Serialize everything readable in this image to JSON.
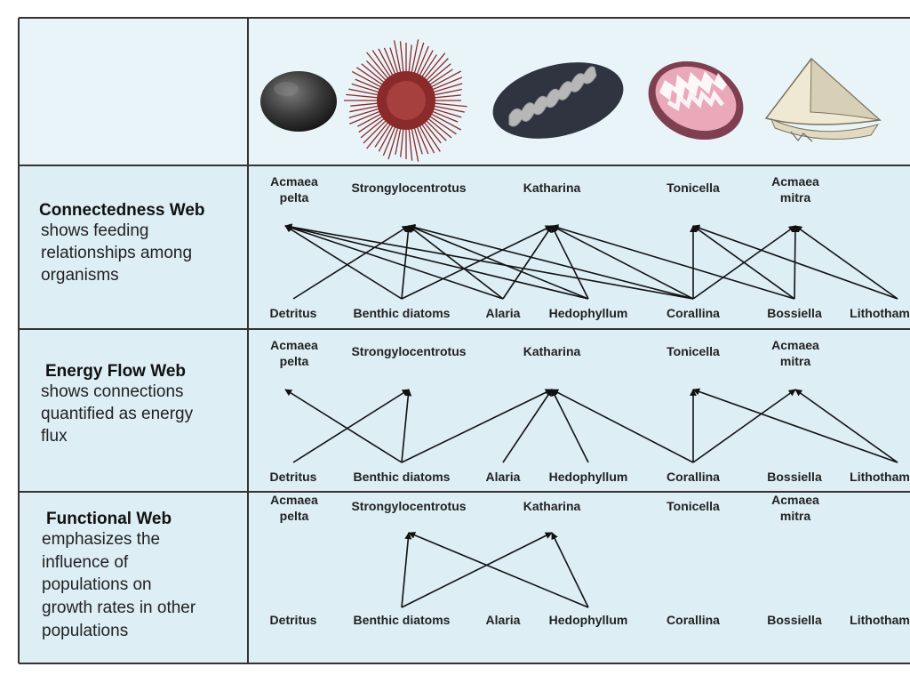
{
  "webs": [
    {
      "title": "Connectedness Web",
      "description": [
        "shows feeding",
        "relationships among",
        "organisms"
      ]
    },
    {
      "title": "Energy Flow Web",
      "description": [
        "shows connections",
        "quantified as energy",
        "flux"
      ]
    },
    {
      "title": "Functional Web",
      "description": [
        "emphasizes the",
        "influence of",
        "populations on",
        "growth rates in other",
        "populations"
      ]
    }
  ],
  "consumers": [
    {
      "name": [
        "Acmaea",
        "pelta"
      ]
    },
    {
      "name": [
        "Strongylocentrotus"
      ]
    },
    {
      "name": [
        "Katharina"
      ]
    },
    {
      "name": [
        "Tonicella"
      ]
    },
    {
      "name": [
        "Acmaea",
        "mitra"
      ]
    }
  ],
  "resources": [
    "Detritus",
    "Benthic diatoms",
    "Alaria",
    "Hedophyllum",
    "Corallina",
    "Bossiella",
    "Lithotham"
  ],
  "links": [
    [
      [
        "Detritus",
        "Strongylocentrotus"
      ],
      [
        "Benthic diatoms",
        "Acmaea pelta"
      ],
      [
        "Benthic diatoms",
        "Strongylocentrotus"
      ],
      [
        "Benthic diatoms",
        "Katharina"
      ],
      [
        "Alaria",
        "Acmaea pelta"
      ],
      [
        "Alaria",
        "Strongylocentrotus"
      ],
      [
        "Alaria",
        "Katharina"
      ],
      [
        "Hedophyllum",
        "Acmaea pelta"
      ],
      [
        "Hedophyllum",
        "Strongylocentrotus"
      ],
      [
        "Hedophyllum",
        "Katharina"
      ],
      [
        "Corallina",
        "Acmaea pelta"
      ],
      [
        "Corallina",
        "Strongylocentrotus"
      ],
      [
        "Corallina",
        "Katharina"
      ],
      [
        "Corallina",
        "Tonicella"
      ],
      [
        "Corallina",
        "Acmaea mitra"
      ],
      [
        "Bossiella",
        "Katharina"
      ],
      [
        "Bossiella",
        "Tonicella"
      ],
      [
        "Bossiella",
        "Acmaea mitra"
      ],
      [
        "Lithotham",
        "Tonicella"
      ],
      [
        "Lithotham",
        "Acmaea mitra"
      ]
    ],
    [
      [
        "Detritus",
        "Strongylocentrotus"
      ],
      [
        "Benthic diatoms",
        "Acmaea pelta"
      ],
      [
        "Benthic diatoms",
        "Strongylocentrotus"
      ],
      [
        "Benthic diatoms",
        "Katharina"
      ],
      [
        "Alaria",
        "Katharina"
      ],
      [
        "Hedophyllum",
        "Katharina"
      ],
      [
        "Corallina",
        "Katharina"
      ],
      [
        "Corallina",
        "Tonicella"
      ],
      [
        "Corallina",
        "Acmaea mitra"
      ],
      [
        "Lithotham",
        "Tonicella"
      ],
      [
        "Lithotham",
        "Acmaea mitra"
      ]
    ],
    [
      [
        "Benthic diatoms",
        "Strongylocentrotus"
      ],
      [
        "Benthic diatoms",
        "Katharina"
      ],
      [
        "Hedophyllum",
        "Strongylocentrotus"
      ],
      [
        "Hedophyllum",
        "Katharina"
      ]
    ]
  ],
  "organism_icons": [
    "rock-icon",
    "sea-urchin-icon",
    "chiton-katharina-icon",
    "chiton-tonicella-icon",
    "limpet-icon"
  ],
  "colors": {
    "panel_background": "#ddeef5",
    "header_background": "#e9f4f8",
    "urchin": "#8b2a2a",
    "chiton_dark": "#2f3440",
    "tonicella_pink": "#e9a9b9"
  }
}
